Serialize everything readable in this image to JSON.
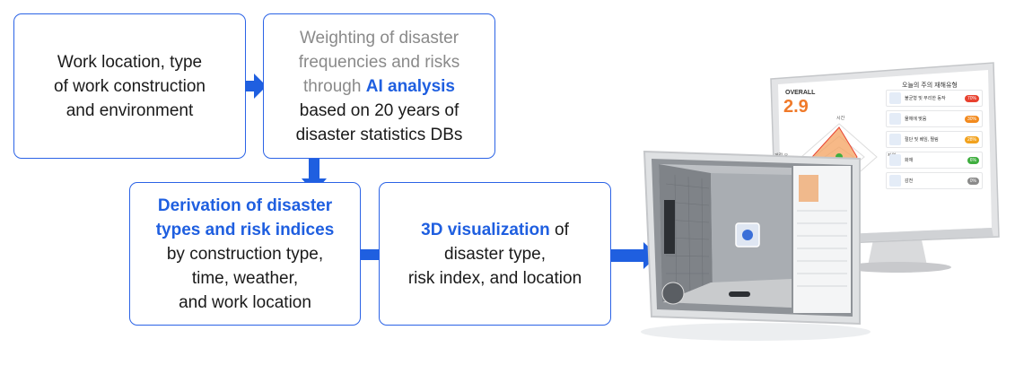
{
  "colors": {
    "accent": "#2b63e6",
    "arrow": "#1f5fe0",
    "text": "#1a1a1a",
    "muted": "#8a8a8a"
  },
  "box1": {
    "line1": "Work location, type",
    "line2": "of work construction",
    "line3": "and environment"
  },
  "box2": {
    "line1": "Weighting of disaster",
    "line2": "frequencies and risks",
    "line3_prefix": "through ",
    "line3_highlight": "AI analysis",
    "line4": "based on 20 years of",
    "line5": "disaster statistics DBs"
  },
  "box3": {
    "line1": "Derivation of disaster",
    "line2": "types and risk indices",
    "line3": "by construction type,",
    "line4": "time, weather,",
    "line5": "and work location"
  },
  "box4": {
    "line1_highlight": "3D visualization",
    "line1_suffix": " of",
    "line2": "disaster type,",
    "line3": "risk index, and location"
  },
  "monitor": {
    "overall_label": "OVERALL",
    "overall_value": "2.9",
    "panel_title": "오늘의 주의 재해유형",
    "radar_labels": [
      "시간",
      "계절 요인",
      "공종",
      "작업"
    ],
    "items": [
      {
        "label": "불균형 및 무리한 동작",
        "badge": "70%",
        "color": "#e8412f"
      },
      {
        "label": "물체에 맞음",
        "badge": "30%",
        "color": "#f28a1e"
      },
      {
        "label": "절단 및 베임, 찔림",
        "badge": "28%",
        "color": "#f2a21e"
      },
      {
        "label": "화재",
        "badge": "6%",
        "color": "#3fae3f"
      },
      {
        "label": "감전",
        "badge": "0%",
        "color": "#8a8a8a"
      }
    ]
  }
}
